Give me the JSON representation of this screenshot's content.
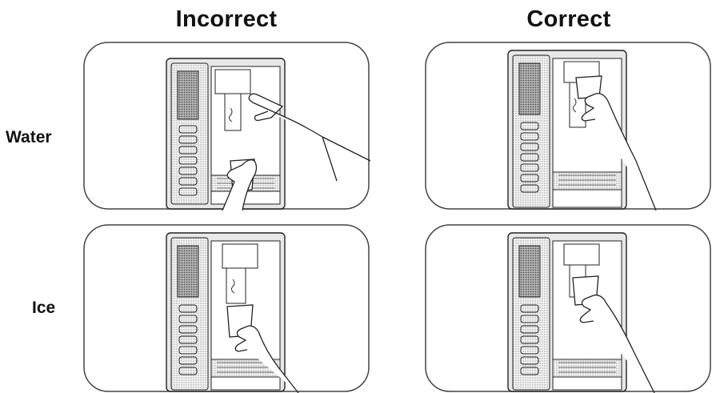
{
  "columns": {
    "incorrect": "Incorrect",
    "correct": "Correct"
  },
  "rows": {
    "water": "Water",
    "ice": "Ice"
  },
  "panels": [
    {
      "id": "water-incorrect",
      "colors": {
        "outline": "#333333",
        "fill": "#eeeeee",
        "stipple": "#9a9a9a"
      }
    },
    {
      "id": "water-correct",
      "colors": {
        "outline": "#333333",
        "fill": "#eeeeee",
        "stipple": "#9a9a9a"
      }
    },
    {
      "id": "ice-incorrect",
      "colors": {
        "outline": "#333333",
        "fill": "#eeeeee",
        "stipple": "#9a9a9a"
      }
    },
    {
      "id": "ice-correct",
      "colors": {
        "outline": "#333333",
        "fill": "#eeeeee",
        "stipple": "#9a9a9a"
      }
    }
  ]
}
